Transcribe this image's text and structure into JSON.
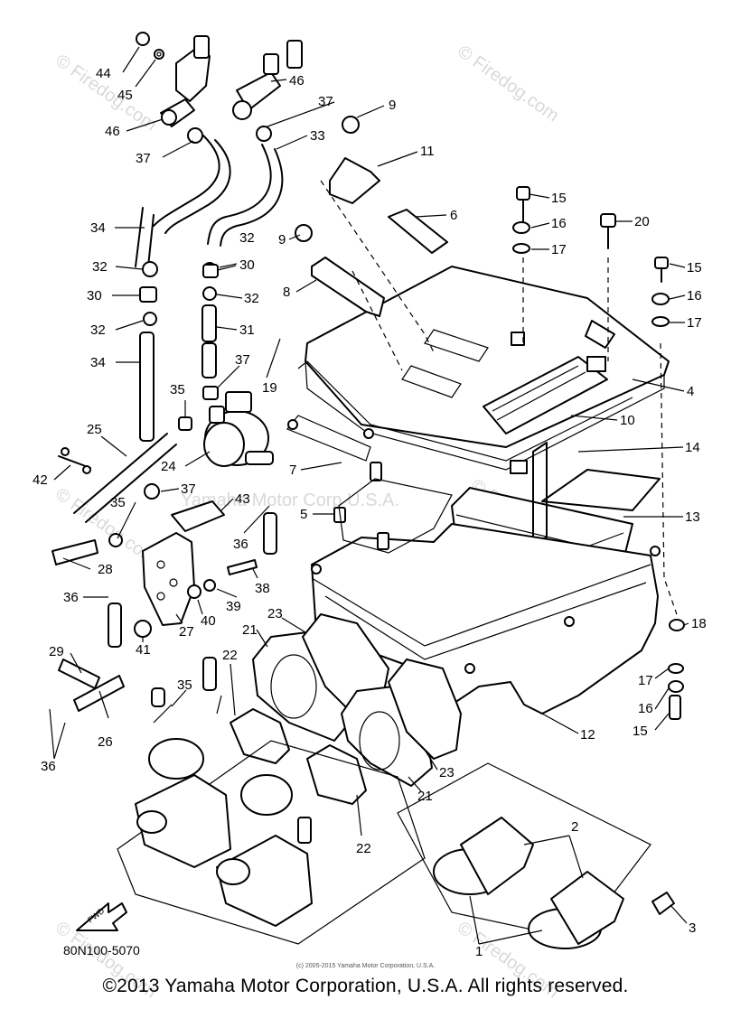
{
  "diagram": {
    "catalog_code": "80N100-5070",
    "small_copyright": "(c) 2005-2015 Yamaha Motor Corporation, U.S.A.",
    "copyright": "©2013 Yamaha Motor Corporation, U.S.A. All rights reserved.",
    "fwd_label": "FWD",
    "watermarks": [
      "© Firedog.com",
      "© Firedog.com",
      "© Firedog.com",
      "© Firedog.com",
      "Yamaha Motor Corp U.S.A.",
      "© Firedog.com",
      "© Firedog.com"
    ],
    "callouts": [
      {
        "id": "44",
        "text": "44"
      },
      {
        "id": "45",
        "text": "45"
      },
      {
        "id": "46a",
        "text": "46"
      },
      {
        "id": "46b",
        "text": "46"
      },
      {
        "id": "37a",
        "text": "37"
      },
      {
        "id": "37b",
        "text": "37"
      },
      {
        "id": "9a",
        "text": "9"
      },
      {
        "id": "33",
        "text": "33"
      },
      {
        "id": "11",
        "text": "11"
      },
      {
        "id": "15a",
        "text": "15"
      },
      {
        "id": "6",
        "text": "6"
      },
      {
        "id": "16a",
        "text": "16"
      },
      {
        "id": "20",
        "text": "20"
      },
      {
        "id": "17a",
        "text": "17"
      },
      {
        "id": "15b",
        "text": "15"
      },
      {
        "id": "16b",
        "text": "16"
      },
      {
        "id": "17b",
        "text": "17"
      },
      {
        "id": "34a",
        "text": "34"
      },
      {
        "id": "32a",
        "text": "32"
      },
      {
        "id": "9b",
        "text": "9"
      },
      {
        "id": "30a",
        "text": "30"
      },
      {
        "id": "32b",
        "text": "32"
      },
      {
        "id": "30b",
        "text": "30"
      },
      {
        "id": "8",
        "text": "8"
      },
      {
        "id": "32c",
        "text": "32"
      },
      {
        "id": "32d",
        "text": "32"
      },
      {
        "id": "31",
        "text": "31"
      },
      {
        "id": "34b",
        "text": "34"
      },
      {
        "id": "37c",
        "text": "37"
      },
      {
        "id": "19",
        "text": "19"
      },
      {
        "id": "4",
        "text": "4"
      },
      {
        "id": "35a",
        "text": "35"
      },
      {
        "id": "10",
        "text": "10"
      },
      {
        "id": "25",
        "text": "25"
      },
      {
        "id": "14",
        "text": "14"
      },
      {
        "id": "24",
        "text": "24"
      },
      {
        "id": "7",
        "text": "7"
      },
      {
        "id": "42",
        "text": "42"
      },
      {
        "id": "37d",
        "text": "37"
      },
      {
        "id": "35b",
        "text": "35"
      },
      {
        "id": "43",
        "text": "43"
      },
      {
        "id": "5",
        "text": "5"
      },
      {
        "id": "13",
        "text": "13"
      },
      {
        "id": "36a",
        "text": "36"
      },
      {
        "id": "28",
        "text": "28"
      },
      {
        "id": "38",
        "text": "38"
      },
      {
        "id": "36b",
        "text": "36"
      },
      {
        "id": "39",
        "text": "39"
      },
      {
        "id": "18",
        "text": "18"
      },
      {
        "id": "40",
        "text": "40"
      },
      {
        "id": "27",
        "text": "27"
      },
      {
        "id": "41",
        "text": "41"
      },
      {
        "id": "21a",
        "text": "21"
      },
      {
        "id": "23a",
        "text": "23"
      },
      {
        "id": "29",
        "text": "29"
      },
      {
        "id": "22a",
        "text": "22"
      },
      {
        "id": "35c",
        "text": "35"
      },
      {
        "id": "17c",
        "text": "17"
      },
      {
        "id": "16c",
        "text": "16"
      },
      {
        "id": "15c",
        "text": "15"
      },
      {
        "id": "12",
        "text": "12"
      },
      {
        "id": "26",
        "text": "26"
      },
      {
        "id": "36c",
        "text": "36"
      },
      {
        "id": "23b",
        "text": "23"
      },
      {
        "id": "21b",
        "text": "21"
      },
      {
        "id": "22b",
        "text": "22"
      },
      {
        "id": "2",
        "text": "2"
      },
      {
        "id": "3",
        "text": "3"
      },
      {
        "id": "1",
        "text": "1"
      }
    ]
  }
}
